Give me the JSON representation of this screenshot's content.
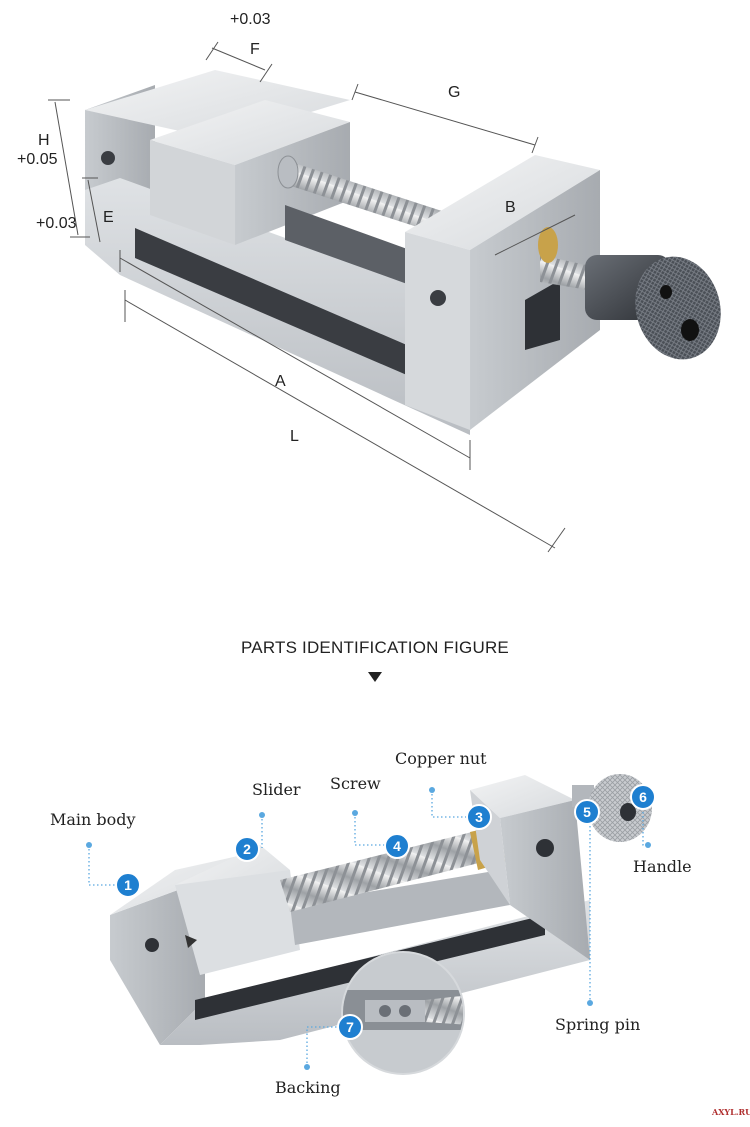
{
  "colors": {
    "steel_light": "#e6e8ea",
    "steel_mid": "#c9ccd0",
    "steel_dark": "#9a9ea3",
    "badge_blue": "#1e7fd0",
    "handle_dark": "#3d4147",
    "brass": "#c8a24a"
  },
  "dimensions": {
    "f_tol": "+0.03",
    "f": "F",
    "g": "G",
    "h": "H",
    "h_tol": "+0.05",
    "e": "E",
    "e_tol": "+0.03",
    "b": "B",
    "a": "A",
    "l": "L"
  },
  "section_title": "PARTS IDENTIFICATION FIGURE",
  "arrow_icon": "triangle-down-icon",
  "parts": [
    {
      "number": "1",
      "label": "Main body"
    },
    {
      "number": "2",
      "label": "Slider"
    },
    {
      "number": "3",
      "label": "Copper nut"
    },
    {
      "number": "4",
      "label": "Screw"
    },
    {
      "number": "5",
      "label": "Spring pin"
    },
    {
      "number": "6",
      "label": "Handle"
    },
    {
      "number": "7",
      "label": "Backing"
    }
  ],
  "watermark": "AXYL.RU"
}
